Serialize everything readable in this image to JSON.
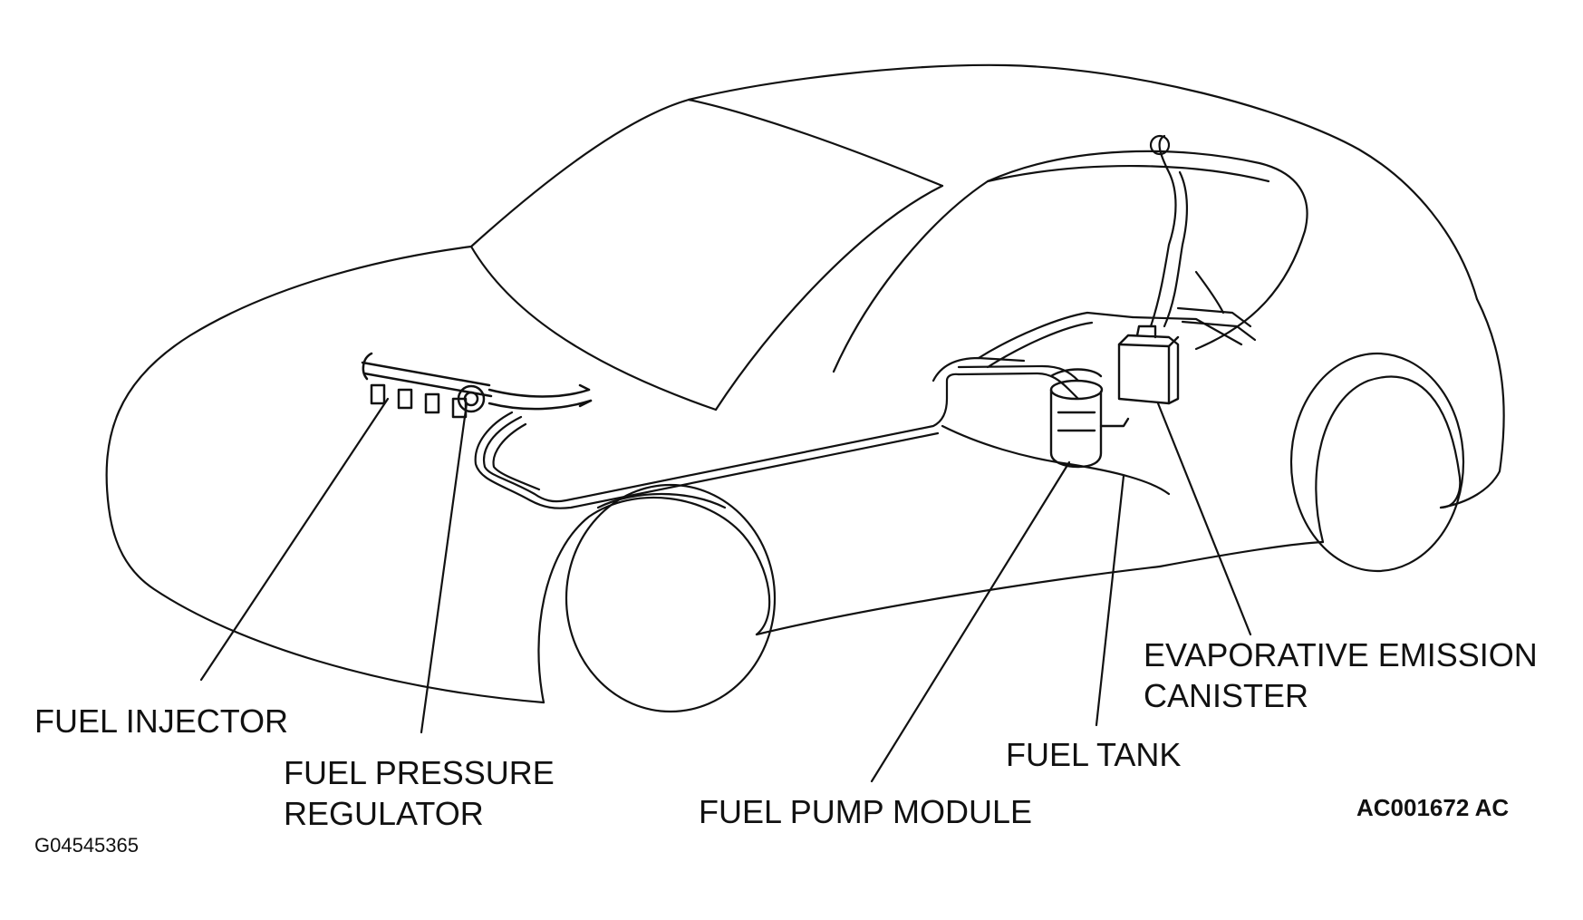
{
  "labels": {
    "fuel_injector": "FUEL INJECTOR",
    "fuel_pressure_regulator_line1": "FUEL PRESSURE",
    "fuel_pressure_regulator_line2": "REGULATOR",
    "fuel_pump_module": "FUEL PUMP MODULE",
    "fuel_tank": "FUEL TANK",
    "evap_canister_line1": "EVAPORATIVE EMISSION",
    "evap_canister_line2": "CANISTER"
  },
  "figure_codes": {
    "diagram_id": "AC001672 AC",
    "graphic_id": "G04545365"
  },
  "colors": {
    "line": "#111111",
    "background": "#ffffff"
  }
}
